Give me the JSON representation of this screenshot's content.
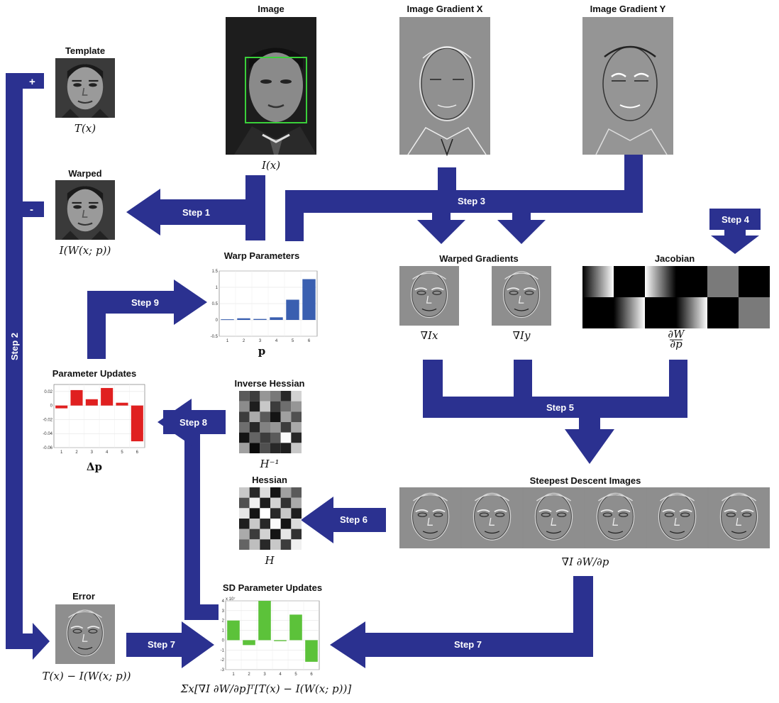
{
  "panels": {
    "image": {
      "title": "Image",
      "formula": "I(x)"
    },
    "gradx": {
      "title": "Image Gradient X"
    },
    "grady": {
      "title": "Image Gradient Y"
    },
    "template": {
      "title": "Template",
      "formula": "T(x)"
    },
    "warped": {
      "title": "Warped",
      "formula": "I(W(x; p))"
    },
    "warp_params": {
      "title": "Warp Parameters",
      "formula": "p"
    },
    "warped_gradients": {
      "title": "Warped Gradients",
      "formula_x": "∇Ix",
      "formula_y": "∇Iy"
    },
    "jacobian": {
      "title": "Jacobian",
      "formula_num": "∂W",
      "formula_den": "∂p"
    },
    "param_updates": {
      "title": "Parameter Updates",
      "formula": "Δp"
    },
    "inv_hessian": {
      "title": "Inverse Hessian",
      "formula": "H⁻¹"
    },
    "hessian": {
      "title": "Hessian",
      "formula": "H"
    },
    "sd_images": {
      "title": "Steepest Descent Images",
      "formula": "∇I ∂W/∂p"
    },
    "error": {
      "title": "Error",
      "formula": "T(x) − I(W(x; p))"
    },
    "sd_param_updates": {
      "title": "SD Parameter Updates",
      "formula": "Σx[∇I ∂W/∂p]ᵀ[T(x) − I(W(x; p))]"
    }
  },
  "steps": {
    "s1": "Step 1",
    "s2": "Step 2",
    "s3": "Step 3",
    "s4": "Step 4",
    "s5": "Step 5",
    "s6": "Step 6",
    "s7a": "Step 7",
    "s7b": "Step 7",
    "s8": "Step 8",
    "s9": "Step 9"
  },
  "signs": {
    "plus": "+",
    "minus": "-"
  },
  "colors": {
    "arrow": "#2b3190",
    "bar_blue": "#3a5fb0",
    "bar_red": "#e02020",
    "bar_green": "#5cc23a",
    "face_box": "#3ad03a"
  },
  "chart_data": [
    {
      "id": "warp_params",
      "type": "bar",
      "categories": [
        "1",
        "2",
        "3",
        "4",
        "5",
        "6"
      ],
      "values": [
        0.02,
        0.05,
        0.03,
        0.08,
        0.62,
        1.25
      ],
      "ylim": [
        -0.5,
        1.5
      ],
      "yticks": [
        "1.5",
        "1",
        "0.5",
        "0",
        "-0.5"
      ],
      "grid": true
    },
    {
      "id": "param_updates",
      "type": "bar",
      "categories": [
        "1",
        "2",
        "3",
        "4",
        "5",
        "6"
      ],
      "values": [
        -0.004,
        0.022,
        0.009,
        0.025,
        0.004,
        -0.051
      ],
      "ylim": [
        -0.06,
        0.03
      ],
      "yticks": [
        "0.02",
        "0",
        "-0.02",
        "-0.04",
        "-0.06"
      ],
      "grid": true
    },
    {
      "id": "sd_param_updates",
      "type": "bar",
      "categories": [
        "1",
        "2",
        "3",
        "4",
        "5",
        "6"
      ],
      "values": [
        2.0,
        -0.5,
        4.0,
        -0.1,
        2.6,
        -2.2
      ],
      "ylim": [
        -3,
        4
      ],
      "yticks": [
        "4",
        "3",
        "2",
        "1",
        "0",
        "-1",
        "-2",
        "-3"
      ],
      "scale_label": "x 10⁷",
      "grid": true
    }
  ]
}
